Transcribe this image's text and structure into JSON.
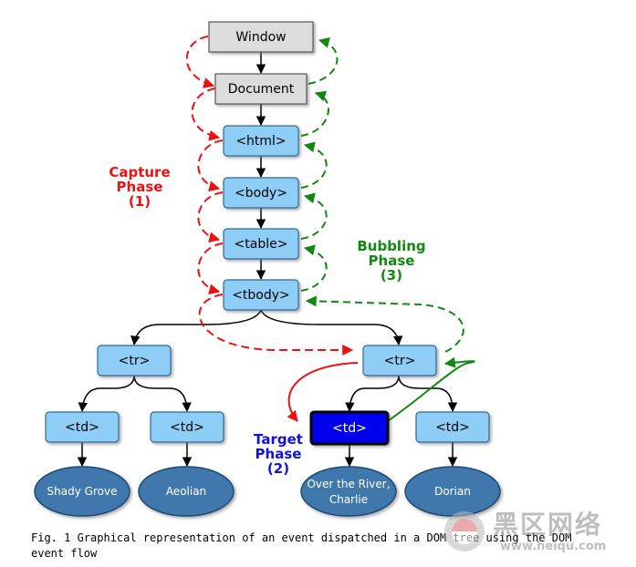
{
  "nodes": {
    "window": "Window",
    "document": "Document",
    "html": "<html>",
    "body": "<body>",
    "table": "<table>",
    "tbody": "<tbody>",
    "tr_left": "<tr>",
    "tr_right": "<tr>",
    "td_1": "<td>",
    "td_2": "<td>",
    "td_target": "<td>",
    "td_4": "<td>",
    "leaf_1": "Shady Grove",
    "leaf_2": "Aeolian",
    "leaf_3_line1": "Over the River,",
    "leaf_3_line2": "Charlie",
    "leaf_4": "Dorian"
  },
  "phases": {
    "capture": {
      "line1": "Capture",
      "line2": "Phase",
      "line3": "(1)",
      "color": "#ee1111"
    },
    "target": {
      "line1": "Target",
      "line2": "Phase",
      "line3": "(2)",
      "color": "#1111dd"
    },
    "bubbling": {
      "line1": "Bubbling",
      "line2": "Phase",
      "line3": "(3)",
      "color": "#118811"
    }
  },
  "caption": "Fig. 1 Graphical representation of an event dispatched in a DOM tree using the DOM\nevent flow",
  "watermark": {
    "main": "黑区网络",
    "sub": "www.heiqu.com"
  },
  "colors": {
    "gray_box": "#dcdcdc",
    "blue_box": "#8ecdf5",
    "target_box": "#0000ee",
    "leaf_ellipse": "#3f78ad",
    "capture": "#ee1111",
    "bubbling": "#118811"
  }
}
